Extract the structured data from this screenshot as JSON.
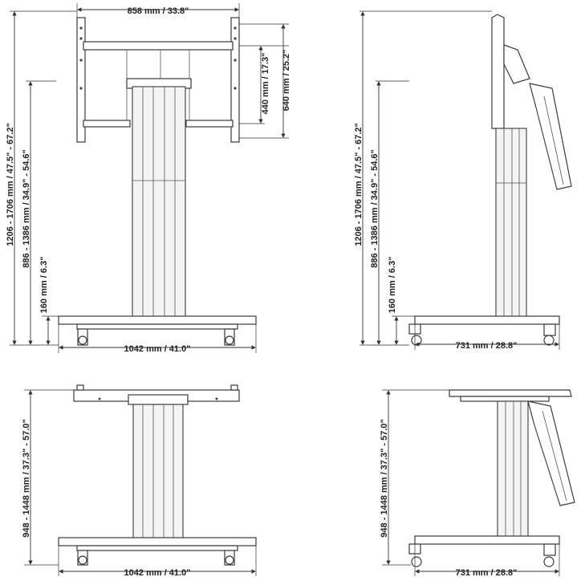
{
  "dimensions": {
    "front_width_top": "858 mm / 33.8\"",
    "vesa_h": "440 mm / 17.3\"",
    "vesa_h2": "640 mm / 25.2\"",
    "front_total_h": "1206 - 1706 mm / 47.5\" - 67.2\"",
    "front_mid_h": "886 - 1386 mm / 34.9\" - 54.6\"",
    "front_base_h": "160 mm / 6.3\"",
    "front_base_w": "1042 mm / 41.0\"",
    "side_total_h": "1206 - 1706 mm / 47.5\" - 67.2\"",
    "side_mid_h": "886 - 1386 mm / 34.9\" - 54.6\"",
    "side_base_h": "160 mm / 6.3\"",
    "side_base_w": "731 mm / 28.8\"",
    "table_front_h": "948 - 1448 mm / 37.3\" - 57.0\"",
    "table_front_w": "1042 mm / 41.0\"",
    "table_side_h": "948 - 1448 mm / 37.3\" - 57.0\"",
    "table_side_w": "731 mm / 28.8\""
  }
}
